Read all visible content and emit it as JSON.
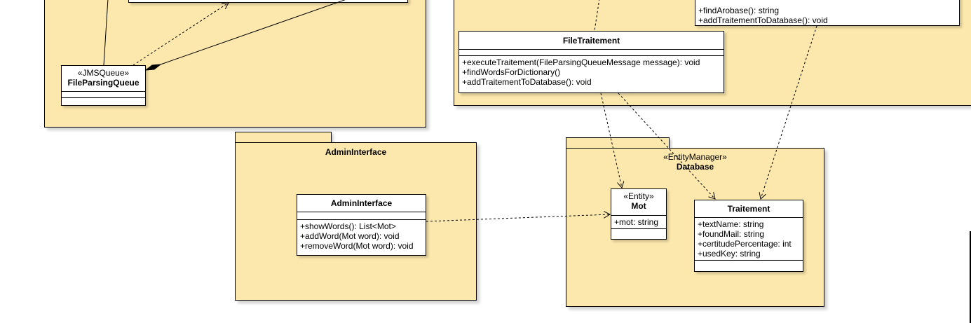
{
  "packages": {
    "admin": {
      "title": "AdminInterface"
    },
    "database": {
      "stereotype": "«EntityManager»",
      "title": "Database"
    }
  },
  "classes": {
    "file_parsing_queue": {
      "stereotype": "«JMSQueue»",
      "name": "FileParsingQueue"
    },
    "file_traitement": {
      "name": "FileTraitement",
      "operations": [
        "+executeTraitement(FileParsingQueueMessage message): void",
        "+findWordsForDictionary()",
        "+addTraitementToDatabase(): void"
      ]
    },
    "top_right": {
      "operations": [
        "+findArobase(): string",
        "+addTraitementToDatabase(): void"
      ]
    },
    "admin_interface": {
      "name": "AdminInterface",
      "operations": [
        "+showWords(): List<Mot>",
        "+addWord(Mot word): void",
        "+removeWord(Mot word): void"
      ]
    },
    "mot": {
      "stereotype": "«Entity»",
      "name": "Mot",
      "attributes": [
        "+mot: string"
      ]
    },
    "traitement": {
      "name": "Traitement",
      "attributes": [
        "+textName: string",
        "+foundMail: string",
        "+certitudePercentage: int",
        "+usedKey: string"
      ]
    }
  },
  "colors": {
    "package_fill": "#fce8ad",
    "class_fill": "#ffffff",
    "line": "#000000"
  }
}
